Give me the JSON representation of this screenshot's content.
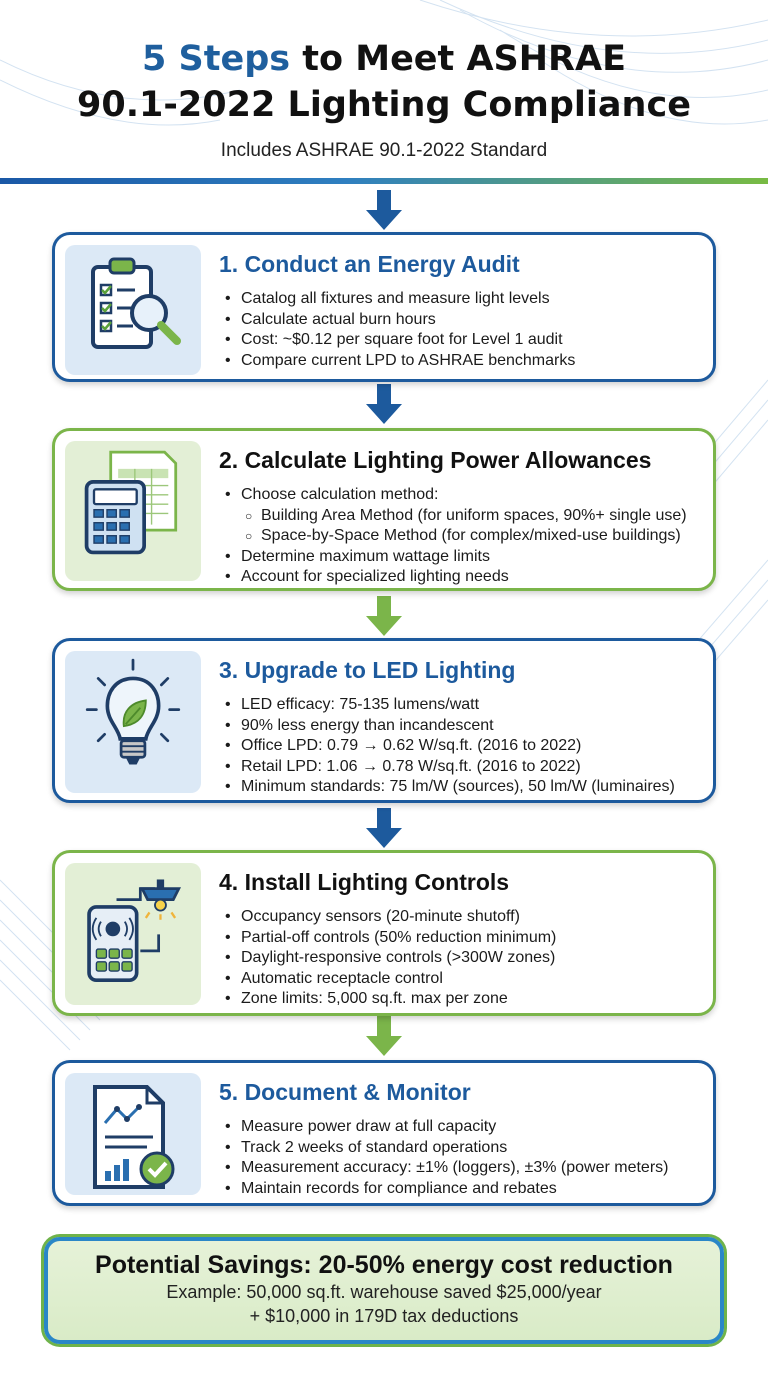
{
  "header": {
    "title_accent": "5 Steps",
    "title_rest": " to Meet ASHRAE",
    "title_line2": "90.1-2022 Lighting Compliance",
    "subtitle": "Includes ASHRAE 90.1-2022 Standard"
  },
  "steps": [
    {
      "title": "1. Conduct an Energy Audit",
      "icon": "clipboard-magnifier-icon",
      "points": [
        "Catalog all fixtures and measure light levels",
        "Calculate actual burn hours",
        "Cost: ~$0.12 per square foot for Level 1 audit",
        "Compare current LPD to ASHRAE benchmarks"
      ]
    },
    {
      "title": "2. Calculate Lighting Power Allowances",
      "icon": "calculator-spreadsheet-icon",
      "points": [
        "Choose calculation method:",
        "Building Area Method (for uniform spaces, 90%+ single use)",
        "Space-by-Space Method (for complex/mixed-use buildings)",
        "Determine maximum wattage limits",
        "Account for specialized lighting needs"
      ]
    },
    {
      "title": "3. Upgrade to LED Lighting",
      "icon": "lightbulb-leaf-icon",
      "points": [
        "LED efficacy: 75-135 lumens/watt",
        "90% less energy than incandescent",
        "Office LPD: 0.79 → 0.62 W/sq.ft. (2016 to 2022)",
        "Retail LPD: 1.06 → 0.78 W/sq.ft. (2016 to 2022)",
        "Minimum standards: 75 lm/W (sources), 50 lm/W (luminaires)"
      ]
    },
    {
      "title": "4. Install Lighting Controls",
      "icon": "sensor-lamp-icon",
      "points": [
        "Occupancy sensors (20-minute shutoff)",
        "Partial-off controls (50% reduction minimum)",
        "Daylight-responsive controls (>300W zones)",
        "Automatic receptacle control",
        "Zone limits: 5,000 sq.ft. max per zone"
      ]
    },
    {
      "title": "5. Document & Monitor",
      "icon": "report-checkmark-icon",
      "points": [
        "Measure power draw at full capacity",
        "Track 2 weeks of standard operations",
        "Measurement accuracy: ±1% (loggers), ±3% (power meters)",
        "Maintain records for compliance and rebates"
      ]
    }
  ],
  "savings": {
    "headline": "Potential Savings: 20-50% energy cost reduction",
    "line1": "Example: 50,000 sq.ft. warehouse saved $25,000/year",
    "line2": "+ $10,000 in 179D tax deductions"
  },
  "colors": {
    "blue": "#1d5a9d",
    "green": "#7bb54a",
    "savings_fill": "#e6f2d8"
  }
}
